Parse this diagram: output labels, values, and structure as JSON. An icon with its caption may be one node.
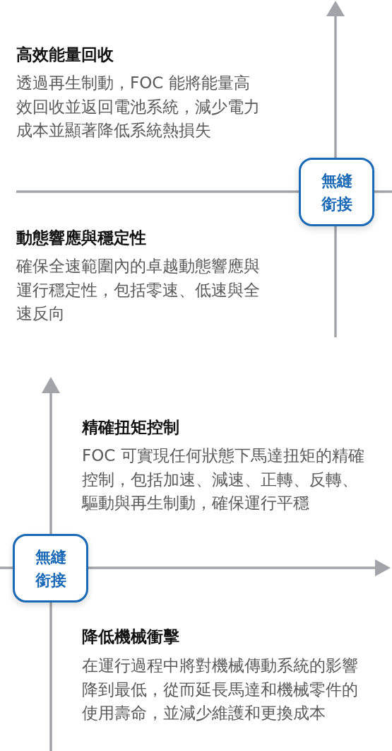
{
  "diagram": {
    "nodes": [
      {
        "text": [
          "無縫銜接"
        ]
      },
      {
        "text": [
          "無縫銜接"
        ]
      }
    ],
    "labels": [
      "高效能量回收",
      "透過再生制動，FOC 能將能量高效回收並返回電池系統，減少電力成本並顯著降低系統熱損失",
      "動態響應與穩定性",
      "確保全速範圍內的卓越動態響應與運行穩定性，包括零速、低速與全速反向",
      "精確扭矩控制",
      "FOC 可實現任何狀態下馬達扭矩的精確控制，包括加速、減速、正轉、反轉、驅動與再生制動，確保運行平穩",
      "降低機械衝擊",
      "在運行過程中將對機械傳動系統的影響降到最低，從而延長馬達和機械零件的使用壽命，並減少維護和更換成本"
    ]
  }
}
